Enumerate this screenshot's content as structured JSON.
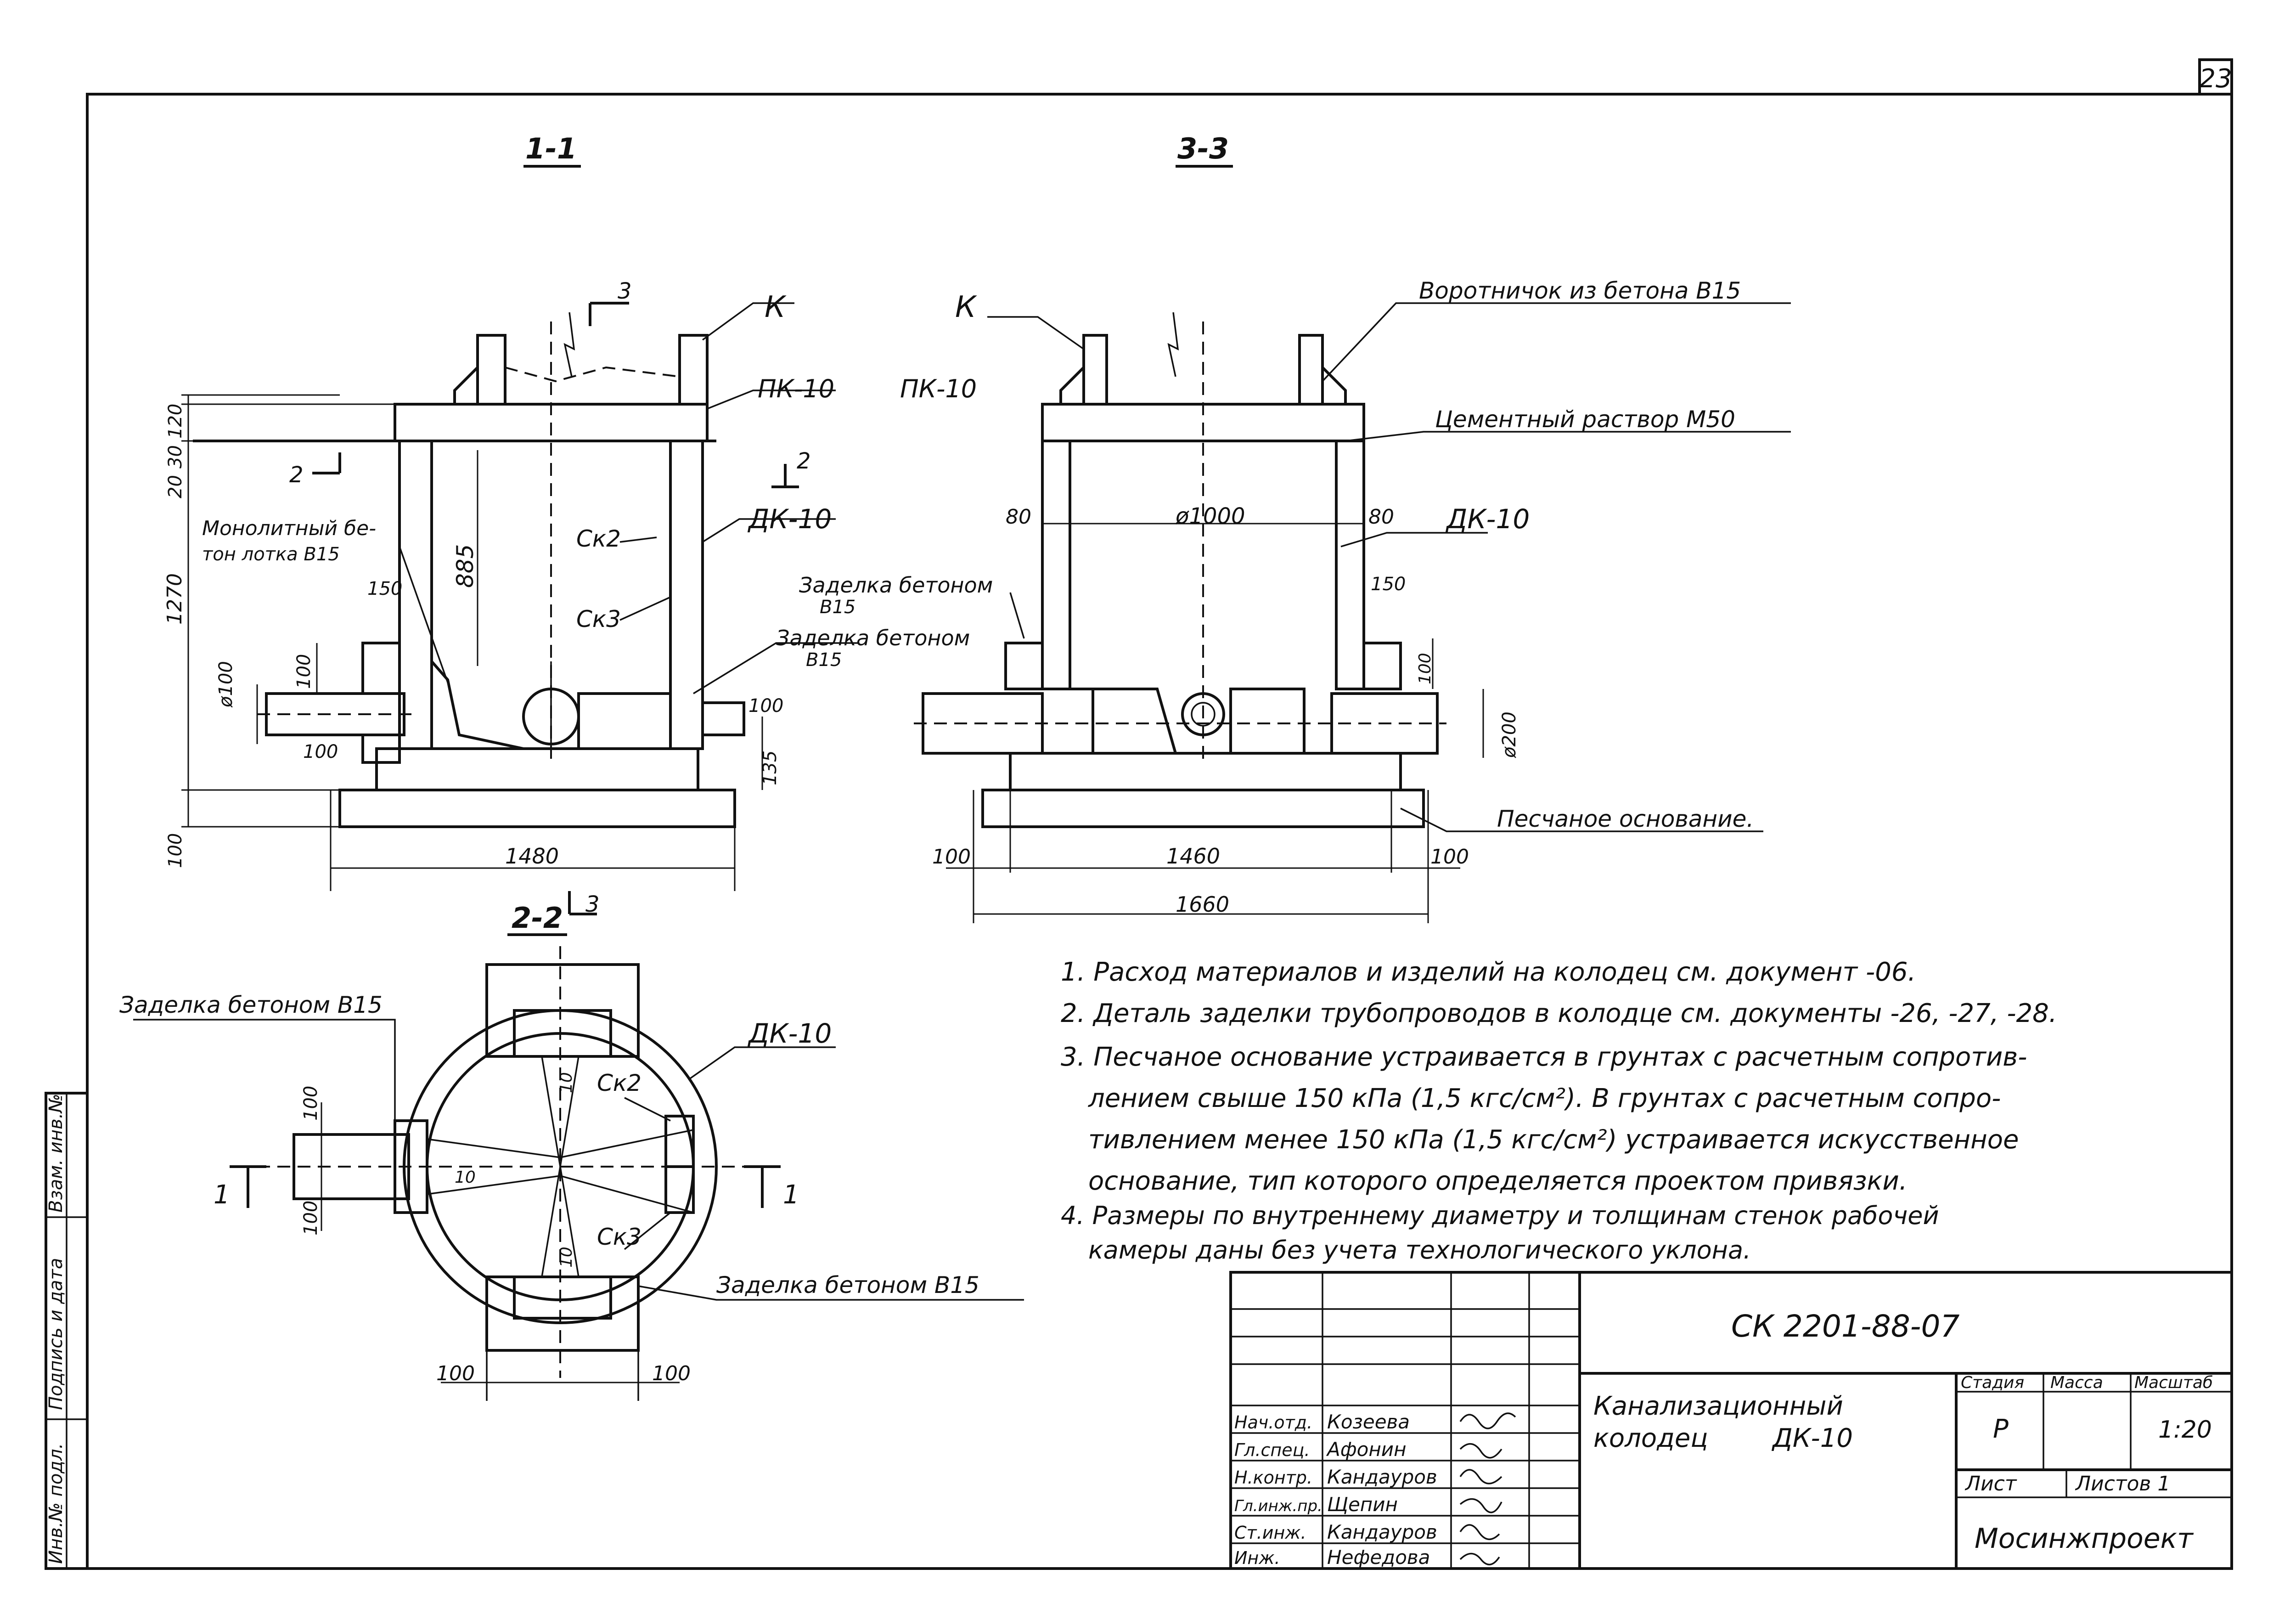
{
  "sheet_number": "23",
  "sections": {
    "s11": "1-1",
    "s33": "3-3",
    "s22": "2-2"
  },
  "cut_marks": [
    "3",
    "3",
    "2",
    "2",
    "1",
    "1"
  ],
  "labels": {
    "k": "К",
    "pk10": "ПК-10",
    "dk10": "ДК-10",
    "sk2": "Ск2",
    "sk3": "Ск3",
    "monolith": "Монолитный бе-",
    "monolith2": "тон лотка В15",
    "zadelka_b15": "Заделка бетоном",
    "b15": "В15",
    "zadelka_full": "Заделка бетоном В15",
    "vorotnichok": "Воротничок из бетона В15",
    "cement": "Цементный раствор М50",
    "sand": "Песчаное основание."
  },
  "dims": {
    "h20": "20",
    "h30": "30",
    "h120": "120",
    "h1270": "1270",
    "h885": "885",
    "d150": "150",
    "phi100": "ø100",
    "d100": "100",
    "d135": "135",
    "d1480": "1480",
    "d80": "80",
    "phi1000": "ø1000",
    "d1460": "1460",
    "d1660": "1660",
    "phi200": "ø200",
    "d10": "10"
  },
  "notes": [
    "1. Расход материалов и изделий на колодец см. документ -06.",
    "2. Деталь заделки трубопроводов в колодце см. документы -26, -27, -28.",
    "3. Песчаное основание устраивается в грунтах с расчетным сопротив-",
    "лением свыше 150 кПа (1,5 кгс/см²). В грунтах с расчетным сопро-",
    "тивлением менее 150 кПа (1,5 кгс/см²) устраивается искусственное",
    "основание, тип которого определяется проектом привязки.",
    "4. Размеры по внутреннему диаметру и толщинам стенок рабочей",
    "камеры даны без учета технологического уклона."
  ],
  "title_block": {
    "doc_code": "СК 2201-88-07",
    "title_line1": "Канализационный",
    "title_line2": "колодец",
    "title_mark": "ДК-10",
    "stage_header": "Стадия",
    "mass_header": "Масса",
    "scale_header": "Масштаб",
    "stage": "Р",
    "scale": "1:20",
    "sheet_label": "Лист",
    "sheets_label": "Листов 1",
    "org": "Мосинжпроект",
    "signatures": [
      {
        "role": "Нач.отд.",
        "name": "Козеева"
      },
      {
        "role": "Гл.спец.",
        "name": "Афонин"
      },
      {
        "role": "Н.контр.",
        "name": "Кандауров"
      },
      {
        "role": "Гл.инж.пр.",
        "name": "Щепин"
      },
      {
        "role": "Ст.инж.",
        "name": "Кандауров"
      },
      {
        "role": "Инж.",
        "name": "Нефедова"
      }
    ]
  },
  "side_stamp": {
    "vzam": "Взам. инв.№",
    "podpis": "Подпись и дата",
    "inv": "Инв.№ подл."
  }
}
